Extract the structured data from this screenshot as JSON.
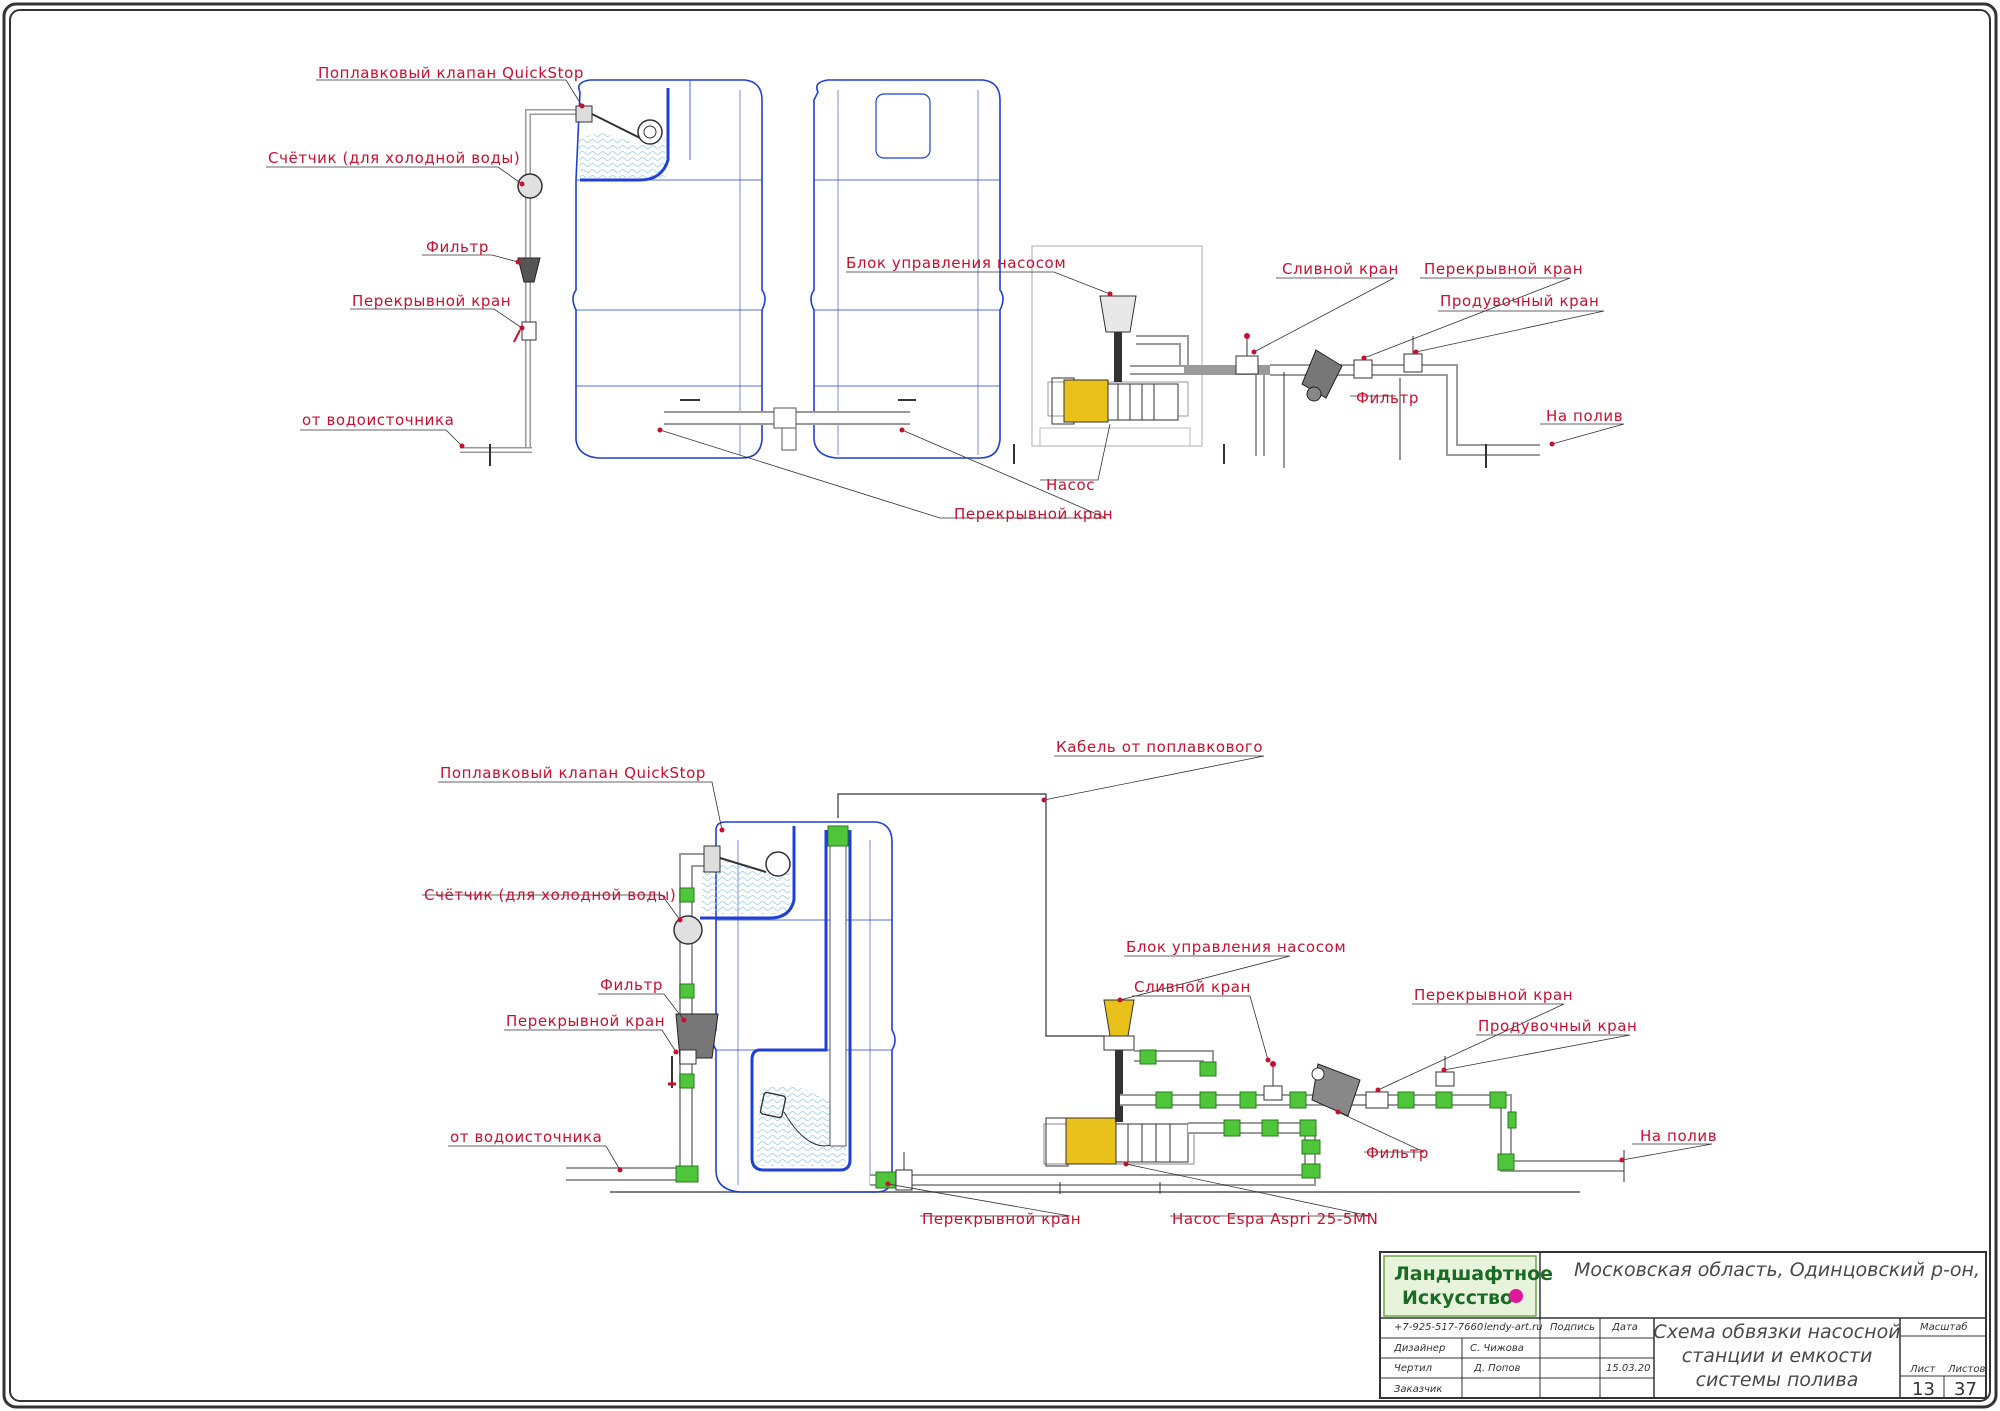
{
  "top_diagram": {
    "labels": [
      "Поплавковый клапан QuickStop",
      "Счётчик (для холодной воды)",
      "Фильтр",
      "Перекрывной кран",
      "от водоисточника",
      "Блок управления насосом",
      "Сливной кран",
      "Перекрывной кран",
      "Продувочный кран",
      "Фильтр",
      "На полив",
      "Насос",
      "Перекрывной кран"
    ]
  },
  "bottom_diagram": {
    "labels": [
      "Кабель от поплавкового",
      "Поплавковый клапан QuickStop",
      "Счётчик (для холодной воды)",
      "Блок управления насосом",
      "Фильтр",
      "Сливной кран",
      "Перекрывной кран",
      "Перекрывной кран",
      "Продувочный кран",
      "от водоисточника",
      "Фильтр",
      "На полив",
      "Перекрывной кран",
      "Насос Espa Aspri 25-5MN"
    ]
  },
  "title_block": {
    "logo_line1": "Ландшафтное",
    "logo_line2": "Искусство",
    "phone": "+7-925-517-7660",
    "site": "lendy-art.ru",
    "col_signature": "Подпись",
    "col_date": "Дата",
    "row1_role": "Дизайнер",
    "row1_name": "С. Чижова",
    "row2_role": "Чертил",
    "row2_name": "Д. Попов",
    "row2_date": "15.03.20",
    "row3_role": "Заказчик",
    "location": "Московская область, Одинцовский р-он,",
    "title_line1": "Схема обвязки насосной",
    "title_line2": "станции и емкости",
    "title_line3": "системы полива",
    "scale_label": "Масштаб",
    "sheet_label": "Лист",
    "sheets_label": "Листов",
    "sheet_value": "13",
    "sheets_value": "37"
  },
  "colors": {
    "label": "#c8102e",
    "tank": "#1f3fd6",
    "pipe": "#9a9a9a",
    "fitting": "#4fc53a",
    "pump": "#e8c21a"
  }
}
